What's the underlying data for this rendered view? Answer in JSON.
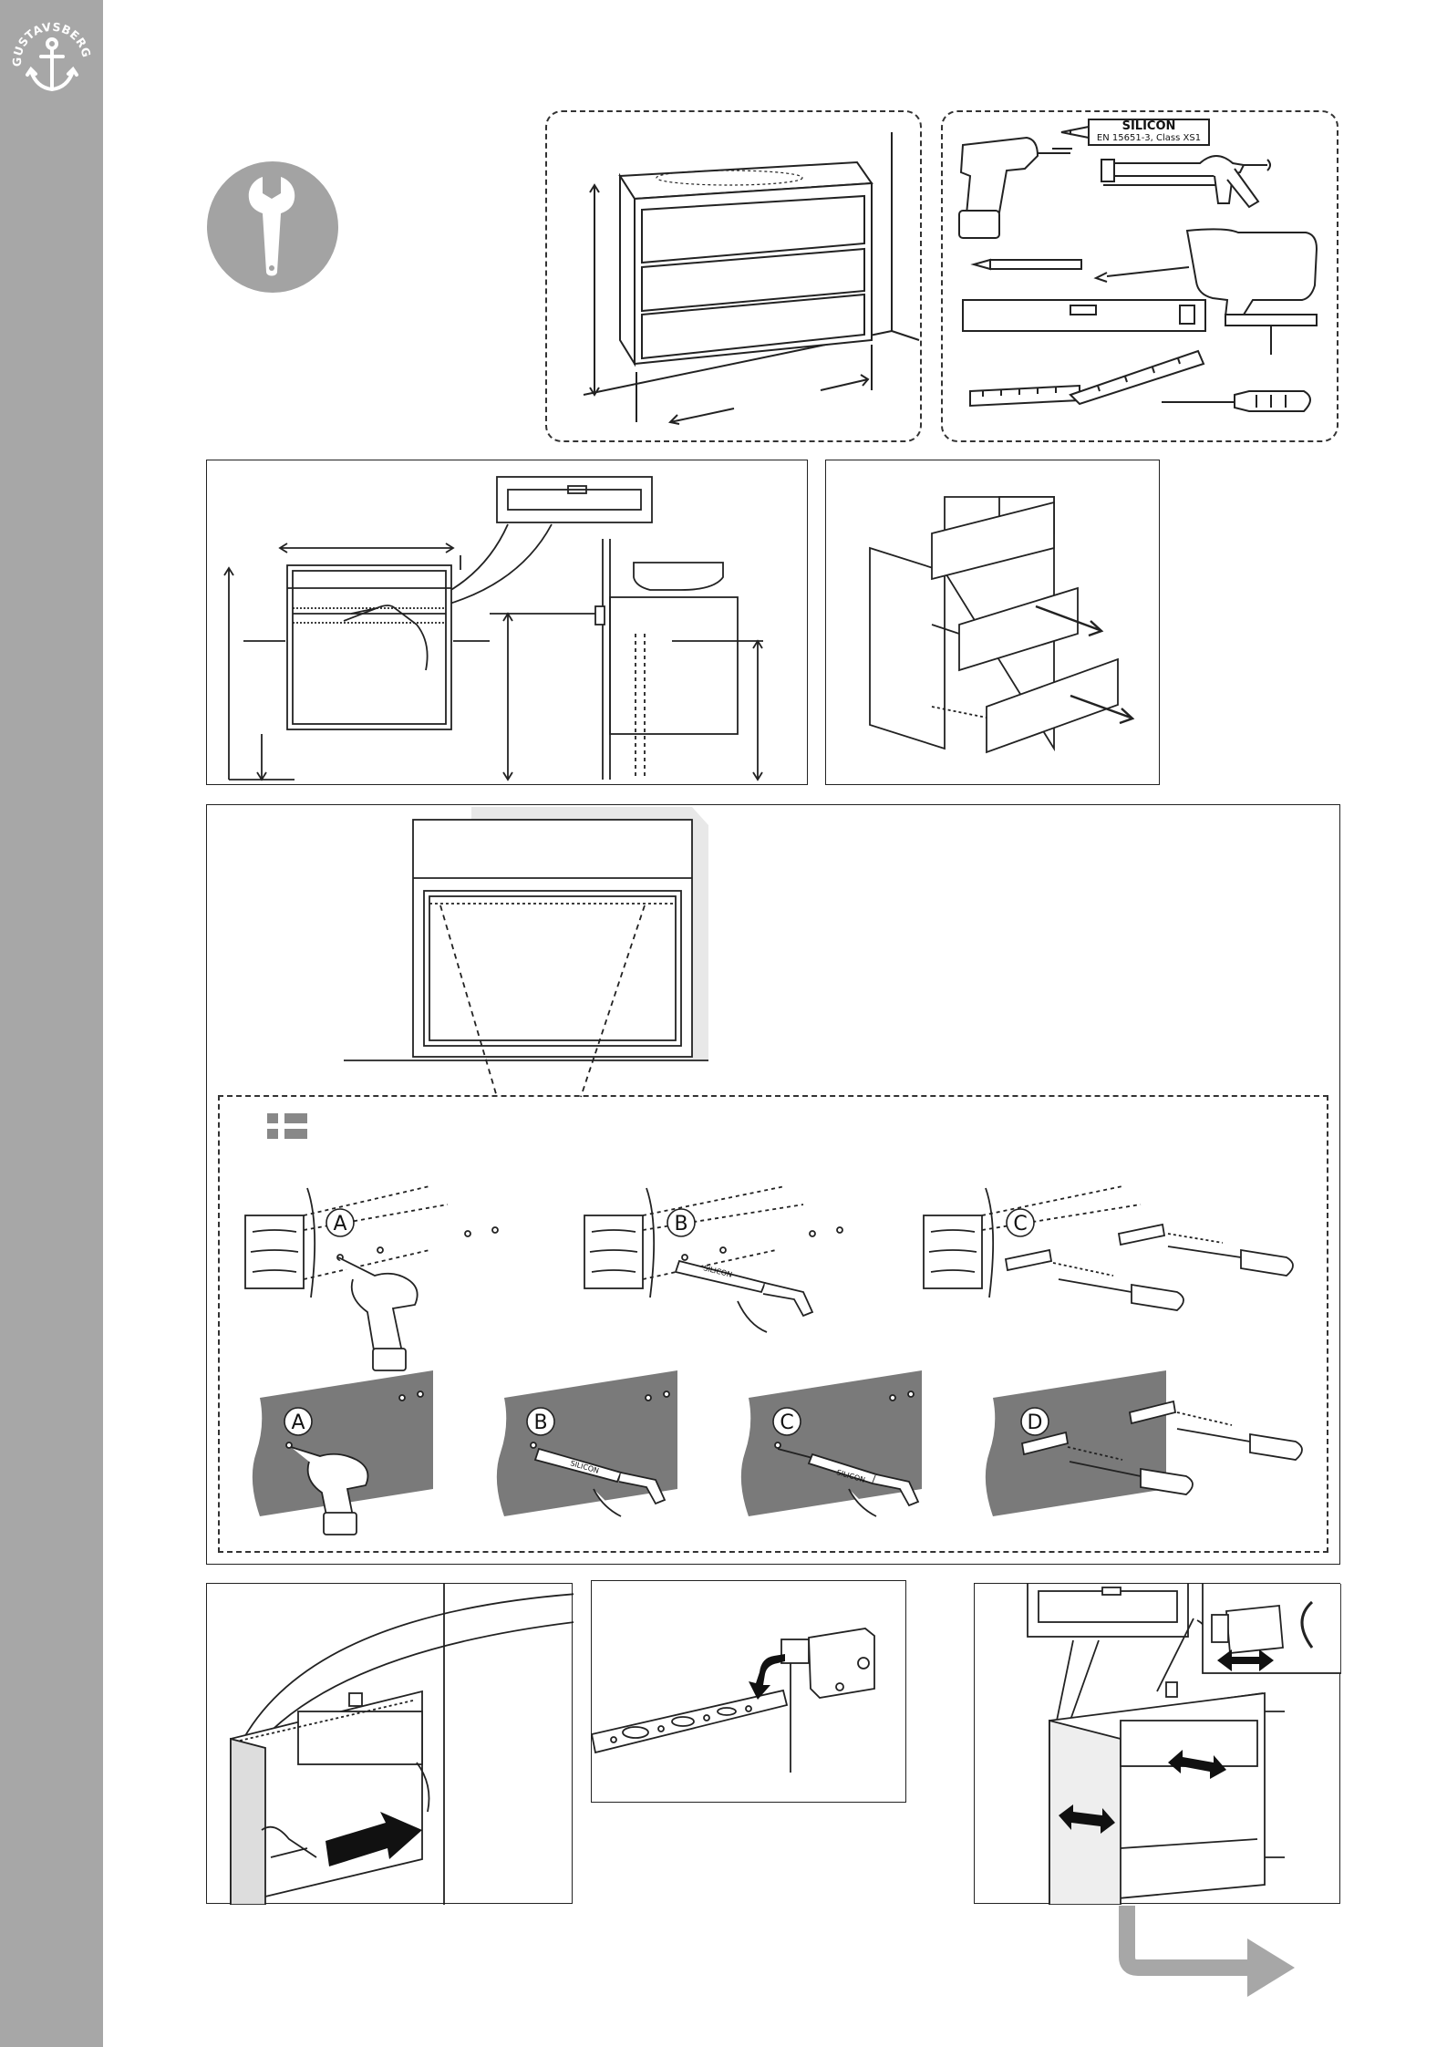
{
  "brand": {
    "logo_text": "GUSTAVSBERG",
    "logo_icon": "anchor-icon"
  },
  "tools": {
    "silicon_tube_line1": "SILICON",
    "silicon_tube_line2": "EN 15651-3, Class XS1"
  },
  "steps_wood": [
    "A",
    "B",
    "C"
  ],
  "steps_wall": [
    "A",
    "B",
    "C",
    "D"
  ],
  "tube_print": "SILICON",
  "flag_icon": "sweden-flag-icon",
  "colors": {
    "sidebar": "#a7a7a7",
    "icon_circle": "#a3a3a3",
    "wall": "#7a7a7a",
    "arrow": "#a7a7a7",
    "line": "#222222"
  }
}
